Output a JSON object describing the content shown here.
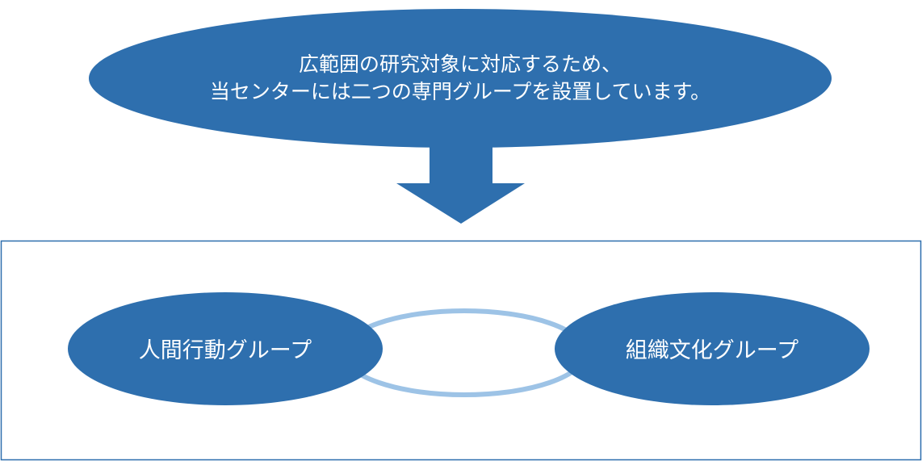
{
  "top_message": {
    "line1": "広範囲の研究対象に対応するため、",
    "line2": "当センターには二つの専門グループを設置しています。"
  },
  "groups": [
    {
      "label": "人間行動グループ"
    },
    {
      "label": "組織文化グループ"
    }
  ],
  "colors": {
    "primary_blue": "#2e6fae",
    "connector_light_blue": "#9dc3e6",
    "frame_border": "#2e6fae",
    "text": "#ffffff",
    "background": "#ffffff"
  }
}
